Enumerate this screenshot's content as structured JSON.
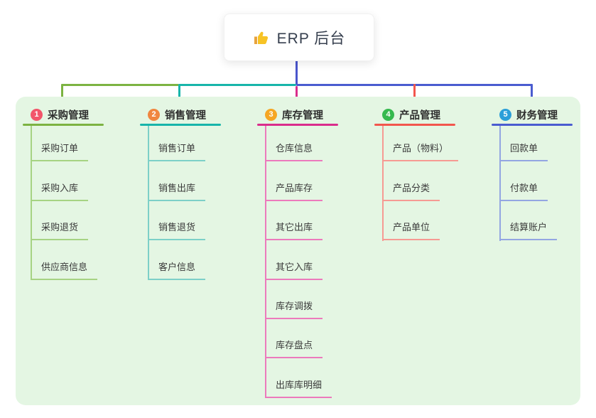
{
  "root": {
    "title": "ERP 后台",
    "icon": "thumbs-up-icon",
    "stem_color": "#4a55cc",
    "box_color": "#ffffff",
    "text_color": "#363f4e"
  },
  "canvas": {
    "panel_color": "#e4f6e3",
    "background_color": "#ffffff"
  },
  "branches": [
    {
      "index": "1",
      "title": "采购管理",
      "badge_color": "#f2556a",
      "color": "#7cb342",
      "child_color": "#a6d383",
      "children": [
        "采购订单",
        "采购入库",
        "采购退货",
        "供应商信息"
      ]
    },
    {
      "index": "2",
      "title": "销售管理",
      "badge_color": "#f0863f",
      "color": "#17b5aa",
      "child_color": "#7dd0c8",
      "children": [
        "销售订单",
        "销售出库",
        "销售退货",
        "客户信息"
      ]
    },
    {
      "index": "3",
      "title": "库存管理",
      "badge_color": "#f5a623",
      "color": "#da2d8c",
      "child_color": "#ec7abc",
      "children": [
        "仓库信息",
        "产品库存",
        "其它出库",
        "其它入库",
        "库存调拨",
        "库存盘点",
        "出库库明细"
      ]
    },
    {
      "index": "4",
      "title": "产品管理",
      "badge_color": "#35b94e",
      "color": "#f2564d",
      "child_color": "#f69a93",
      "children": [
        "产品（物料）",
        "产品分类",
        "产品单位"
      ]
    },
    {
      "index": "5",
      "title": "财务管理",
      "badge_color": "#2b9fd9",
      "color": "#4a5cd0",
      "child_color": "#93a6e2",
      "children": [
        "回款单",
        "付款单",
        "结算账户"
      ]
    }
  ]
}
